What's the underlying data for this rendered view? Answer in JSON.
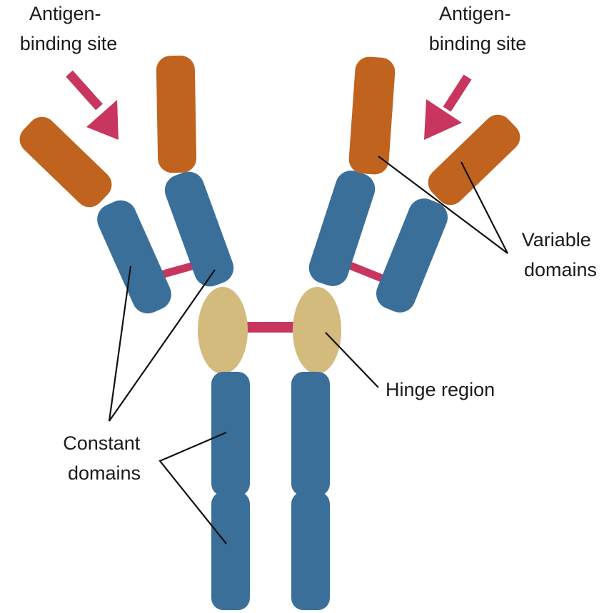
{
  "colors": {
    "variable_domain": "#c0631e",
    "constant_domain": "#3a6f9a",
    "hinge": "#d3bb7e",
    "bond": "#c8355e",
    "arrow": "#c8355e",
    "leader_line": "#111111",
    "text": "#1a1a1a"
  },
  "labels": {
    "antigen_left": {
      "line1": "Antigen-",
      "line2": "binding site"
    },
    "antigen_right": {
      "line1": "Antigen-",
      "line2": "binding site"
    },
    "variable": {
      "line1": "Variable",
      "line2": "domains"
    },
    "hinge": {
      "line1": "Hinge region"
    },
    "constant": {
      "line1": "Constant",
      "line2": "domains"
    }
  }
}
